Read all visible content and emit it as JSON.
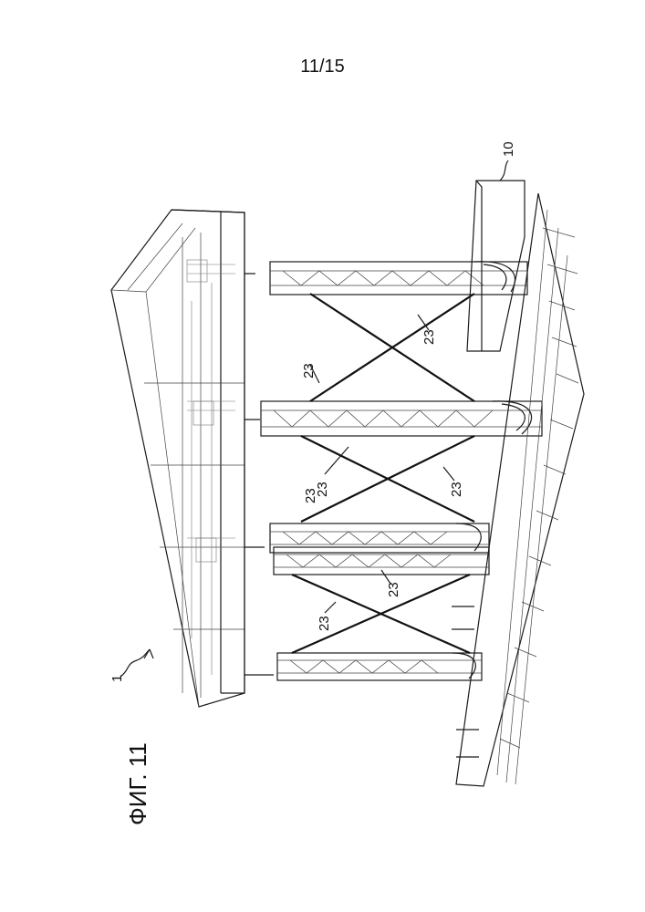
{
  "page": {
    "number": "11/15"
  },
  "figure": {
    "label": "ФИГ. 11"
  },
  "references": {
    "device": "1",
    "unit": "10",
    "brace_a": "23",
    "brace_b": "23",
    "brace_c": "23",
    "brace_d": "23",
    "brace_e": "23",
    "brace_f": "23",
    "brace_g": "23"
  }
}
